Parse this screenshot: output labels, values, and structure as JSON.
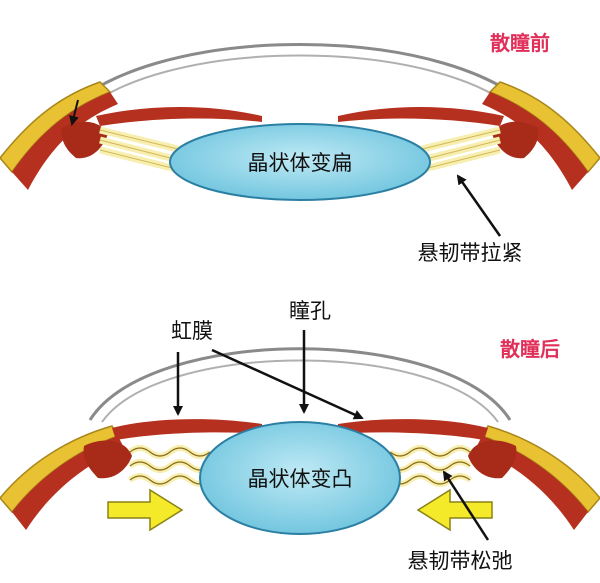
{
  "top": {
    "state_label": "散瞳前",
    "lens_label": "晶状体变扁",
    "zonule_label": "悬韧带拉紧"
  },
  "bottom": {
    "state_label": "散瞳后",
    "lens_label": "晶状体变凸",
    "iris_label": "虹膜",
    "pupil_label": "瞳孔",
    "zonule_label": "悬韧带松弛"
  },
  "colors": {
    "sclera": "#e8c232",
    "iris": "#b5301e",
    "lens": "#7fcfe6",
    "zonule": "#f7efb0",
    "arrow": "#f4ea2a",
    "title": "#e0305a"
  }
}
